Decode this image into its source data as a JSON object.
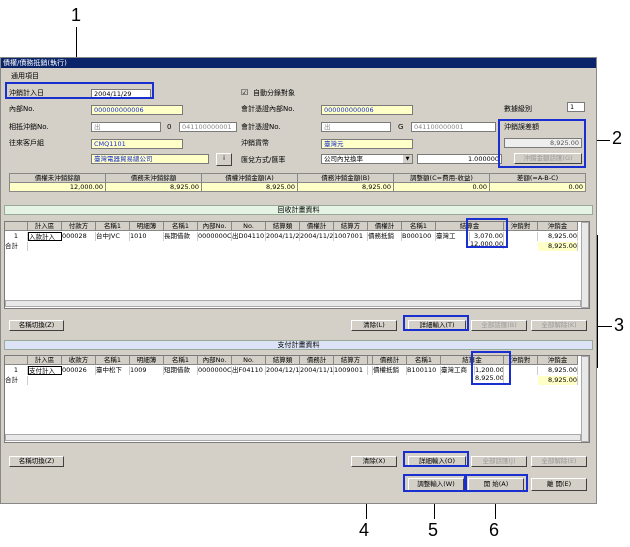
{
  "callouts": [
    "1",
    "2",
    "3",
    "4",
    "5",
    "6"
  ],
  "window": {
    "title": "債權/債務抵銷(執行)"
  },
  "general": {
    "group_label": "通用項目",
    "offset_date_label": "沖銷計入日",
    "offset_date": "2004/11/29",
    "auto_split_label": "自動分錄對象",
    "auto_split_checked": "☑",
    "internal_no_label": "內部No.",
    "internal_no": "000000000006",
    "voucher_internal_label": "會計憑證內部No.",
    "voucher_internal_no": "000000000006",
    "level_label": "數據級別",
    "level": "1",
    "counter_no_label": "相抵沖銷No.",
    "counter_no_a": "出",
    "counter_no_b": "0",
    "counter_no_c": "041100000001",
    "voucher_no_label": "會計憑證No.",
    "voucher_no_a": "出",
    "voucher_no_b": "G",
    "voucher_no_c": "041100000001",
    "offset_diff_label": "沖銷誤差額",
    "offset_diff": "8,925.00",
    "customer_group_label": "往來客戶組",
    "customer_group_code": "CMQ1101",
    "currency_label": "沖銷貨幣",
    "currency": "臺灣元",
    "customer_name": "臺灣電器貿易總公司",
    "info_btn": "i",
    "rate_method_label": "匯兌方式/匯率",
    "rate_method": "公司內兌換率",
    "rate": "1.000000",
    "auto_adjust_btn": "沖銷金額話匯(G)"
  },
  "summary": {
    "headers": [
      "債權未沖銷餘額",
      "債務未沖銷餘額",
      "債權沖銷金額(A)",
      "債務沖銷金額(B)",
      "調整額(C=費用-收益)",
      "差額(=A-B-C)"
    ],
    "values": [
      "12,000.00",
      "8,925.00",
      "8,925.00",
      "8,925.00",
      "0.00",
      "0.00"
    ]
  },
  "receivable": {
    "title": "回收計畫資料",
    "headers": [
      "",
      "計入區",
      "付款方",
      "名稱1",
      "明細簿",
      "名稱1",
      "內部No.",
      "No.",
      "結算類",
      "債權計",
      "結算方",
      "債權計",
      "名稱1",
      "結算金",
      "沖銷對",
      "沖銷金"
    ],
    "row": [
      "1",
      "入款計入",
      "000028",
      "台中JVC",
      "1010",
      "長期借款",
      "0000000C",
      "出D04110",
      "2004/11/2",
      "2004/11/2",
      "1007001",
      "債務抵銷",
      "B000100",
      "臺灣工",
      "3,070.00",
      "",
      "8,925.00"
    ],
    "row2_amount": "12,000.00",
    "total_label": "合計",
    "total_value": "8,925.00",
    "name_switch_btn": "名稱切換(Z)",
    "clear_btn": "清除(L)",
    "detail_btn": "詳細輸入(T)",
    "select_all_btn": "全部話匯(B)",
    "release_all_btn": "全部解除(K)"
  },
  "payable": {
    "title": "支付計畫資料",
    "headers": [
      "",
      "計入區",
      "收款方",
      "名稱1",
      "明細簿",
      "名稱1",
      "內部No.",
      "No.",
      "結算類",
      "債務計",
      "結算方",
      "",
      "債務計",
      "名稱1",
      "結算金",
      "沖銷對",
      "沖銷金"
    ],
    "row": [
      "1",
      "支付計入",
      "000026",
      "臺中松下",
      "1009",
      "短期借款",
      "0000000C",
      "出F04110",
      "2004/12/1",
      "2004/11/1",
      "1009001",
      "",
      "債權抵銷",
      "B100110",
      "臺灣工商",
      "1,200.00",
      "",
      "8,925.00"
    ],
    "row2_amount": "8,925.00",
    "total_label": "合計",
    "total_value": "8,925.00",
    "name_switch_btn": "名稱切換(Z)",
    "clear_btn": "清除(X)",
    "detail_btn": "詳細輸入(O)",
    "select_all_btn": "全部話匯(J)",
    "release_all_btn": "全部解除(E)"
  },
  "footer": {
    "adjust_btn": "調整輸入(W)",
    "start_btn": "開 始(A)",
    "close_btn": "離 開(E)"
  }
}
